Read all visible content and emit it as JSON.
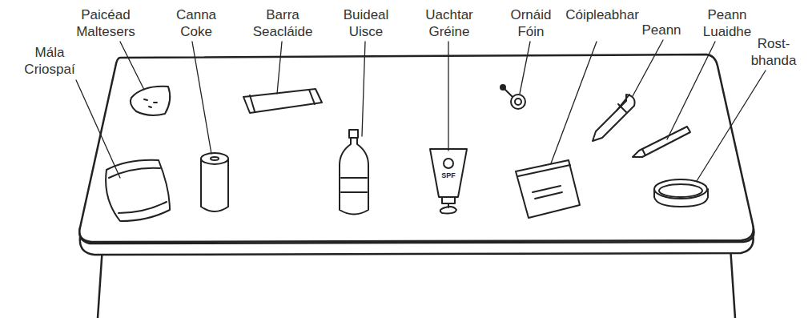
{
  "diagram": {
    "labels": [
      "Mála Criospaí",
      "Paicéad Maltesers",
      "Canna Coke",
      "Barra Seacláide",
      "Buideal Uisce",
      "Uachtar Gréine",
      "Ornáid Fóin",
      "Cóipleabhar",
      "Peann",
      "Peann Luaidhe",
      "Rost- bhanda",
      "SPF"
    ]
  }
}
